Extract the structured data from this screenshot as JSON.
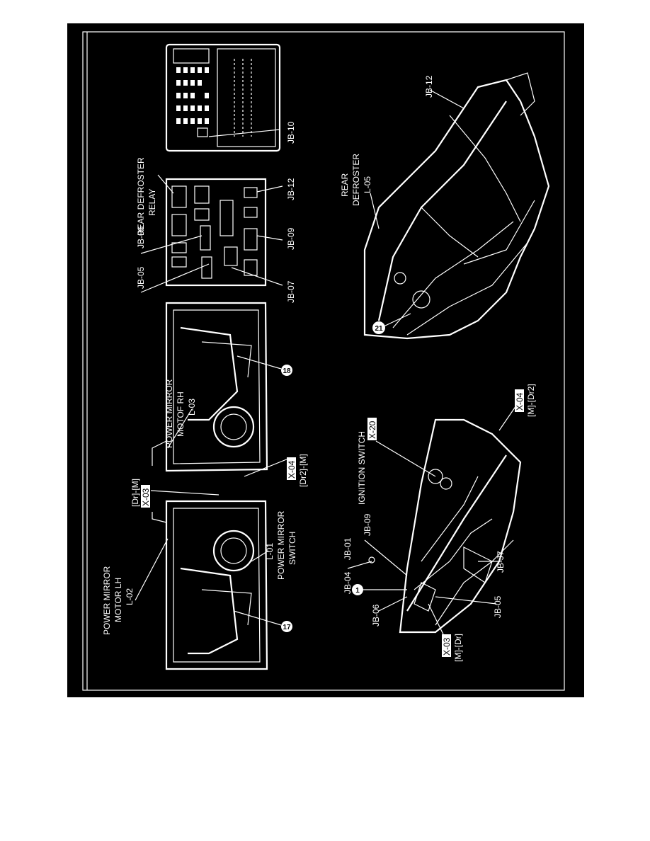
{
  "labels": {
    "power_mirror_motor_lh": [
      "POWER MIRROR",
      "MOTOR LH",
      "L-02"
    ],
    "power_mirror_switch": [
      "L-01",
      "POWER MIRROR",
      "SWITCH"
    ],
    "power_mirror_motor_rh": [
      "POWER MIRROR",
      "MOTOF RH",
      "L-03"
    ],
    "rear_defroster_relay": [
      "REAR DEFROSTER",
      "RELAY"
    ],
    "rear_defroster": [
      "REAR",
      "DEFROSTER",
      "L-05"
    ],
    "ignition_switch": "IGNITION SWITCH",
    "jb_05": "JB-05",
    "jb_06": "JB-06",
    "jb_07": "JB-07",
    "jb_09": "JB-09",
    "jb_10": "JB-10",
    "jb_12": "JB-12",
    "jb_04": "JB-04",
    "jb_01": "JB-01",
    "jb_09_b": "JB-09",
    "jb_06_b": "JB-06",
    "jb_05_b": "JB-05",
    "jb_07_b": "JB-J7",
    "jb_12_b": "JB-12",
    "x03_top_code": "[Dr]-[M]",
    "x03_top_box": "X-03",
    "x04_top_box": "X-04",
    "x04_top_code": "[Dr2]-[M]",
    "x20_box": "X-20",
    "x04_bottom_box": "X-04",
    "x04_bottom_code": "[M]-[Dr2]",
    "x03_bottom_box": "X-03",
    "x03_bottom_code": "[M]-[Dr]"
  },
  "callouts": {
    "c17": "17",
    "c18": "18",
    "c1": "1",
    "c21": "21"
  }
}
